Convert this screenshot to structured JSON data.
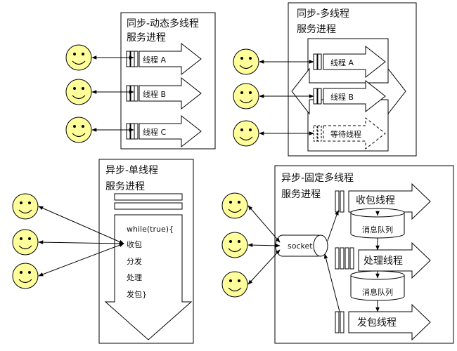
{
  "panels": {
    "sync_dynamic": {
      "title_line1": "同步-动态多线程",
      "title_line2": "服务进程",
      "threads": [
        "线程 A",
        "线程 B",
        "线程 C"
      ]
    },
    "sync_multi": {
      "title_line1": "同步-多线程",
      "title_line2": "服务进程",
      "threads": [
        "线程 A",
        "线程 B"
      ],
      "waiting_thread": "等待线程"
    },
    "async_single": {
      "title_line1": "异步-单线程",
      "title_line2": "服务进程",
      "code_lines": [
        "while(true){",
        "收包",
        "分发",
        "处理",
        "发包}"
      ]
    },
    "async_fixed": {
      "title_line1": "异步-固定多线程",
      "title_line2": "服务进程",
      "socket_label": "socket",
      "receive_thread": "收包线程",
      "queue_1": "消息队列",
      "process_thread": "处理线程",
      "queue_2": "消息队列",
      "send_thread": "发包线程"
    }
  }
}
